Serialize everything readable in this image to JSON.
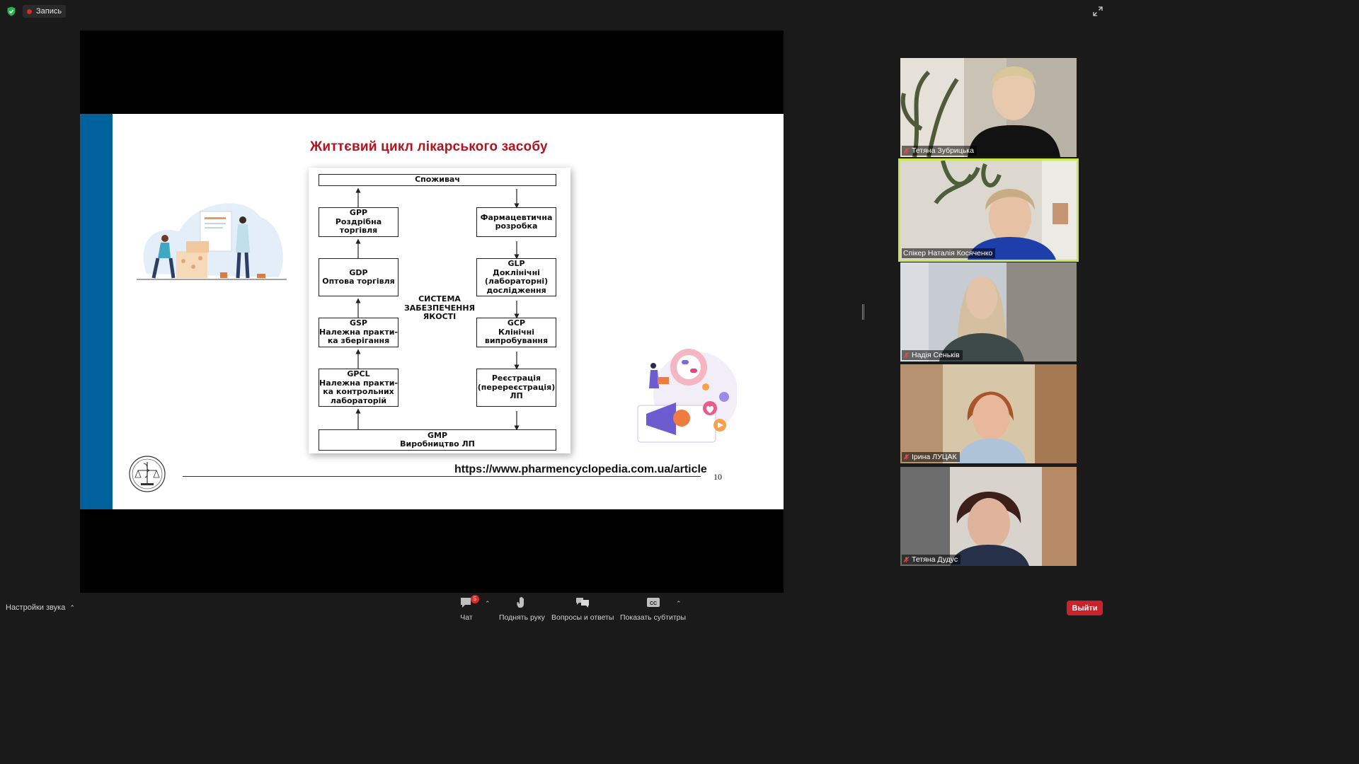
{
  "topbar": {
    "security_icon": "shield-check-icon",
    "recording_label": "Запись",
    "fullscreen_icon": "expand-icon"
  },
  "slide": {
    "title": "Життєвий цикл лікарського засобу",
    "diagram": {
      "top": "Споживач",
      "bottom": [
        "GMP",
        "Виробництво ЛП"
      ],
      "left": [
        [
          "GPP",
          "Роздрібна",
          "торгівля"
        ],
        [
          "GDP",
          "Оптова торгівля"
        ],
        [
          "GSP",
          "Належна практи-",
          "ка зберігання"
        ],
        [
          "GPCL",
          "Належна практи-",
          "ка контрольних",
          "лабораторій"
        ]
      ],
      "right": [
        [
          "Фармацевтична",
          "розробка"
        ],
        [
          "GLP",
          "Доклінічні",
          "(лабораторні)",
          "дослідження"
        ],
        [
          "GCP",
          "Клінічні",
          "випробування"
        ],
        [
          "Реєстрація",
          "(перереєстрація)",
          "ЛП"
        ]
      ],
      "center": [
        "СИСТЕМА",
        "ЗАБЕЗПЕЧЕННЯ",
        "ЯКОСТІ"
      ]
    },
    "url": "https://www.pharmencyclopedia.com.ua/article",
    "page_number": "10",
    "accent_color": "#00619c",
    "title_color": "#b3121f"
  },
  "participants": [
    {
      "name": "Тетяна Зубрицька",
      "muted": true,
      "active": false
    },
    {
      "name": "Спікер Наталія Косяченко",
      "muted": false,
      "active": true
    },
    {
      "name": "Надія Сеньків",
      "muted": true,
      "active": false
    },
    {
      "name": "Ірина ЛУЦАК",
      "muted": true,
      "active": false
    },
    {
      "name": "Тетяна Дудус",
      "muted": true,
      "active": false
    }
  ],
  "bottombar": {
    "audio_settings": "Настройки звука",
    "chat_label": "Чат",
    "chat_badge": "5",
    "raise_hand_label": "Поднять руку",
    "qa_label": "Вопросы и ответы",
    "captions_label": "Показать субтитры",
    "leave_label": "Выйти"
  }
}
